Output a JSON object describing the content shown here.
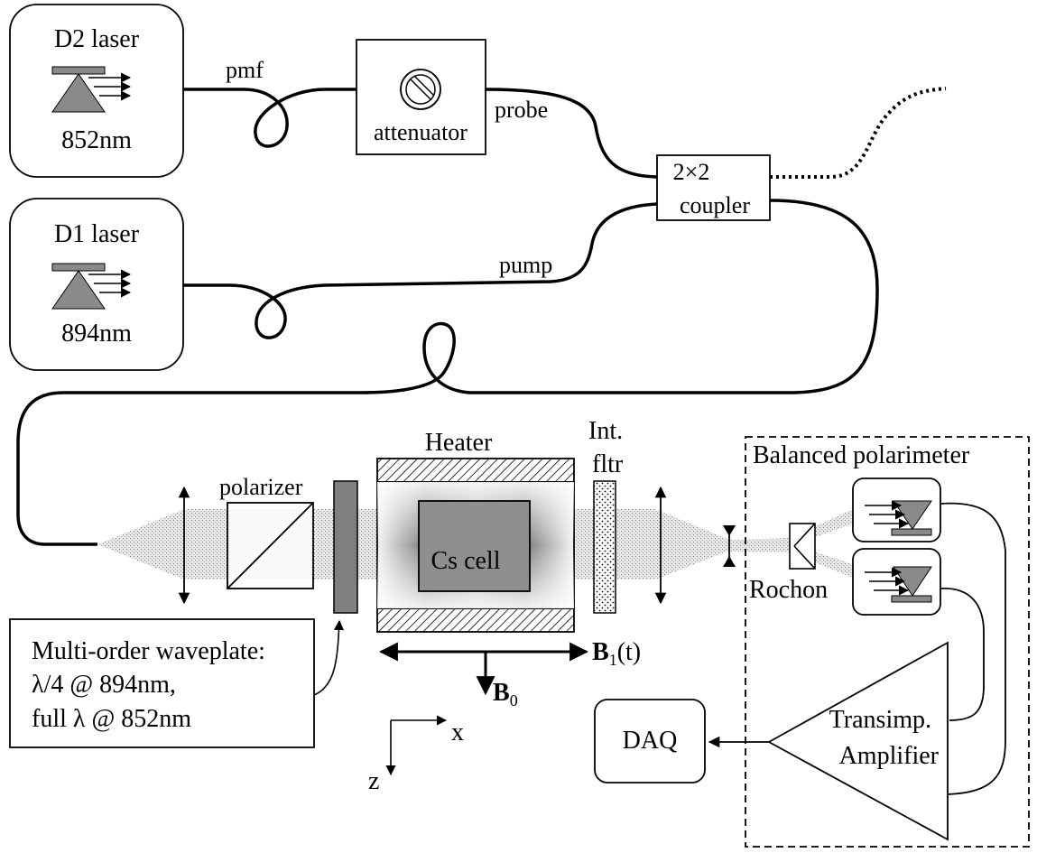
{
  "lasers": {
    "d2": {
      "name": "D2 laser",
      "wavelength": "852nm"
    },
    "d1": {
      "name": "D1 laser",
      "wavelength": "894nm"
    }
  },
  "fiber": {
    "pmf": "pmf",
    "probe": "probe",
    "pump": "pump"
  },
  "attenuator": "attenuator",
  "coupler": {
    "line1": "2×2",
    "line2": "coupler"
  },
  "optics": {
    "polarizer": "polarizer",
    "heater": "Heater",
    "cell": "Cs cell",
    "filter_line1": "Int.",
    "filter_line2": "fltr"
  },
  "polarimeter": {
    "title": "Balanced polarimeter",
    "rochon": "Rochon"
  },
  "waveplate": {
    "line1": "Multi-order waveplate:",
    "line2": "λ/4 @ 894nm,",
    "line3": "full λ @ 852nm"
  },
  "fields": {
    "b1_main": "B",
    "b1_sub": "1",
    "b1_suffix": "(t)",
    "b0_main": "B",
    "b0_sub": "0"
  },
  "axes": {
    "x": "x",
    "z": "z"
  },
  "daq": "DAQ",
  "amplifier": {
    "line1": "Transimp.",
    "line2": "Amplifier"
  }
}
